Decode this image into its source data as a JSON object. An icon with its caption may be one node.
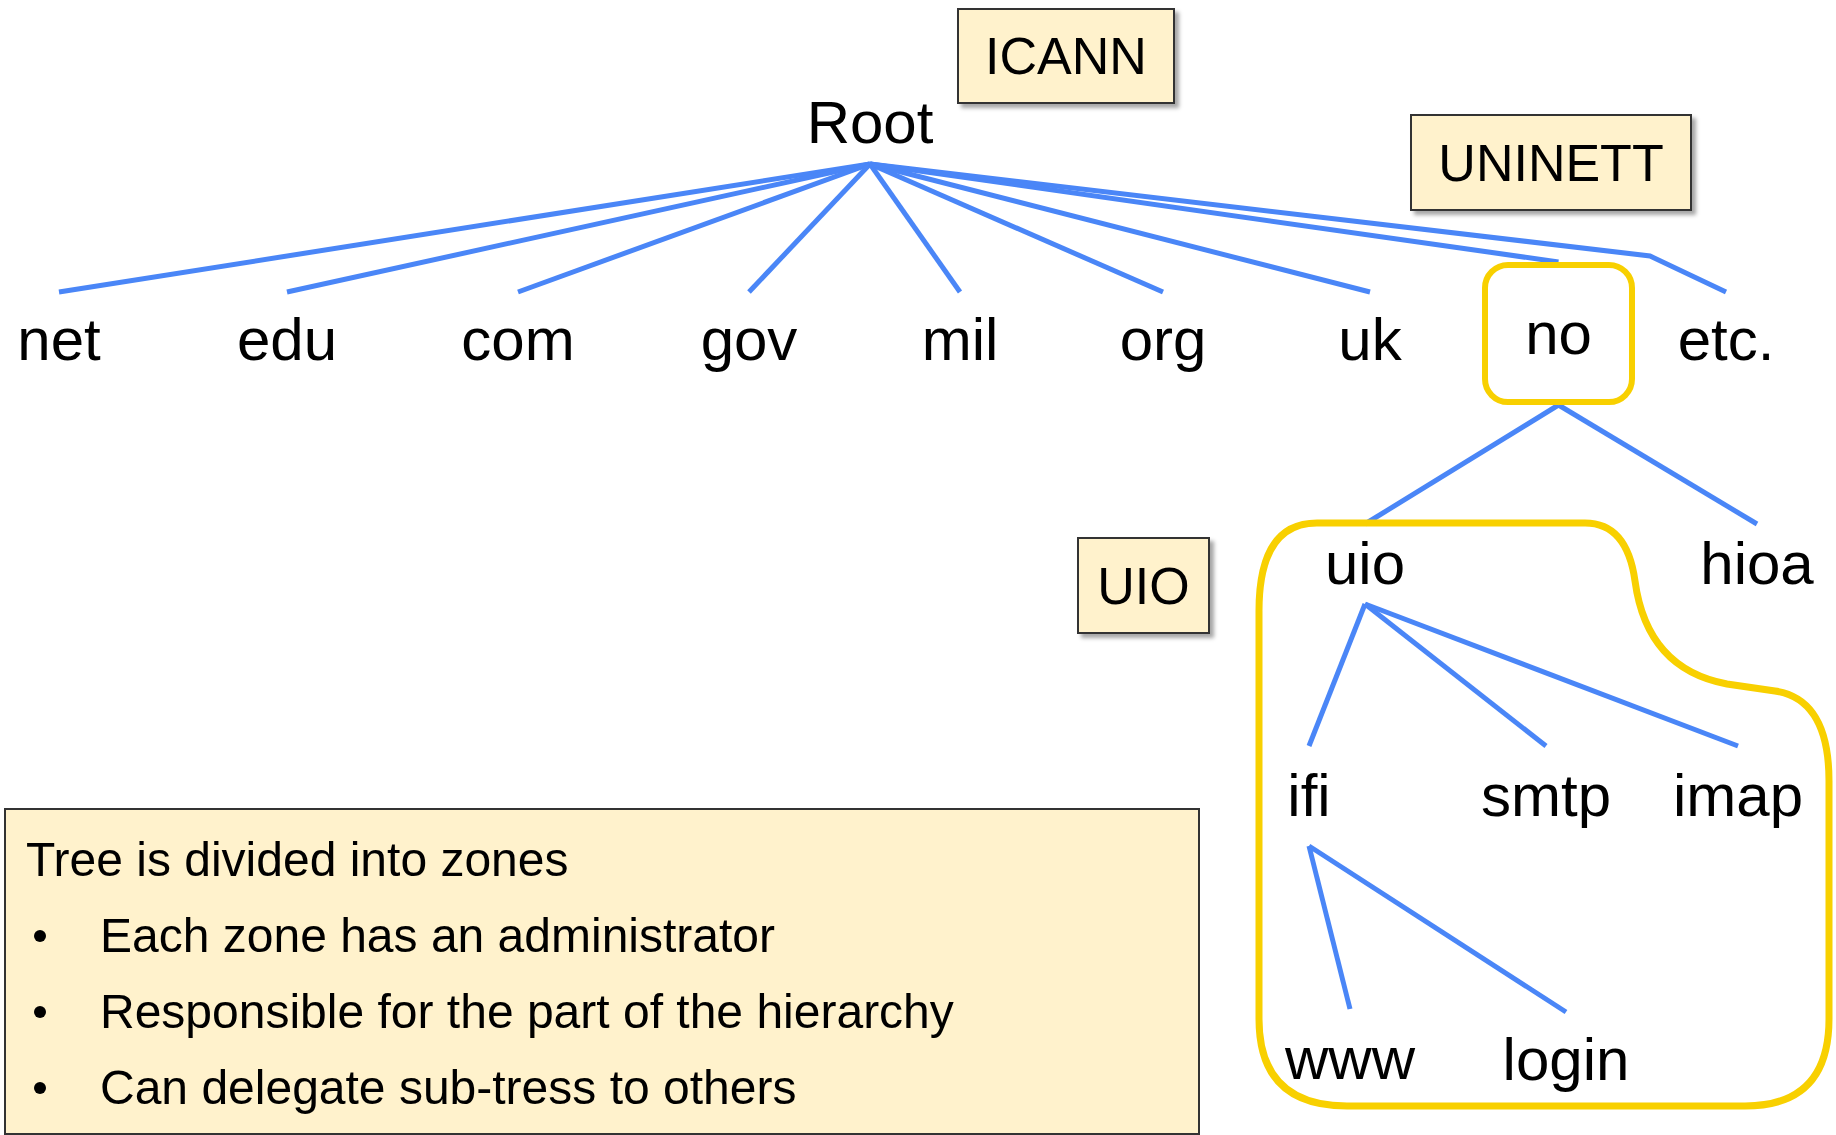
{
  "diagram": {
    "nodes": [
      {
        "text": [
          "ICANN"
        ]
      },
      {
        "text": [
          "Root"
        ]
      },
      {
        "text": [
          "UNINETT"
        ]
      },
      {
        "text": [
          "net"
        ]
      },
      {
        "text": [
          "edu"
        ]
      },
      {
        "text": [
          "com"
        ]
      },
      {
        "text": [
          "gov"
        ]
      },
      {
        "text": [
          "mil"
        ]
      },
      {
        "text": [
          "org"
        ]
      },
      {
        "text": [
          "uk"
        ]
      },
      {
        "text": [
          "no"
        ]
      },
      {
        "text": [
          "etc."
        ]
      },
      {
        "text": [
          "UIO"
        ]
      },
      {
        "text": [],
        "shape": "box"
      },
      {
        "text": [
          "uio"
        ],
        "in": 13
      },
      {
        "text": [
          "hioa"
        ]
      },
      {
        "text": [
          "ifi"
        ],
        "in": 13
      },
      {
        "text": [
          "smtp"
        ],
        "in": 13
      },
      {
        "text": [
          "imap"
        ],
        "in": 13
      },
      {
        "text": [
          "www"
        ],
        "in": 13
      },
      {
        "text": [
          "login"
        ],
        "in": 13
      },
      {
        "text": [
          "Tree is divided into zones",
          "Each zone has an administrator",
          "Responsible for the part of the hierarchy",
          "Can delegate sub-tress to others"
        ]
      }
    ],
    "edges": [
      {
        "from": 1,
        "to": 3,
        "arrow": "none"
      },
      {
        "from": 1,
        "to": 4,
        "arrow": "none"
      },
      {
        "from": 1,
        "to": 5,
        "arrow": "none"
      },
      {
        "from": 1,
        "to": 6,
        "arrow": "none"
      },
      {
        "from": 1,
        "to": 7,
        "arrow": "none"
      },
      {
        "from": 1,
        "to": 8,
        "arrow": "none"
      },
      {
        "from": 1,
        "to": 9,
        "arrow": "none"
      },
      {
        "from": 1,
        "to": 10,
        "arrow": "none"
      },
      {
        "from": 1,
        "to": 11,
        "arrow": "none"
      },
      {
        "from": 10,
        "to": 14,
        "arrow": "none"
      },
      {
        "from": 10,
        "to": 15,
        "arrow": "none"
      },
      {
        "from": 14,
        "to": 16,
        "arrow": "none"
      },
      {
        "from": 14,
        "to": 17,
        "arrow": "none"
      },
      {
        "from": 14,
        "to": 18,
        "arrow": "none"
      },
      {
        "from": 16,
        "to": 19,
        "arrow": "none"
      },
      {
        "from": 16,
        "to": 20,
        "arrow": "none"
      }
    ]
  }
}
